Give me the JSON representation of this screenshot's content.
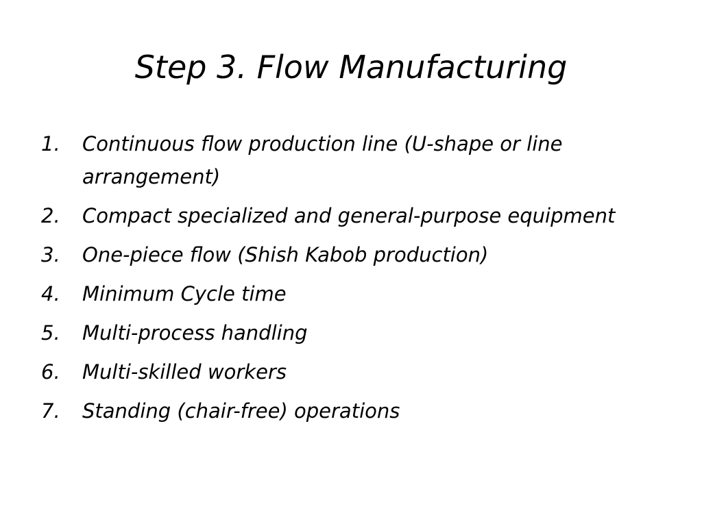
{
  "title": "Step 3. Flow Manufacturing",
  "items": [
    {
      "number": "1.",
      "text": "Continuous flow production line (U-shape or line arrangement)"
    },
    {
      "number": "2.",
      "text": "Compact specialized and general-purpose equipment"
    },
    {
      "number": "3.",
      "text": "One-piece flow (Shish Kabob production)"
    },
    {
      "number": "4.",
      "text": "Minimum Cycle time"
    },
    {
      "number": "5.",
      "text": "Multi-process handling"
    },
    {
      "number": "6.",
      "text": "Multi-skilled workers"
    },
    {
      "number": "7.",
      "text": "Standing (chair-free) operations"
    }
  ]
}
